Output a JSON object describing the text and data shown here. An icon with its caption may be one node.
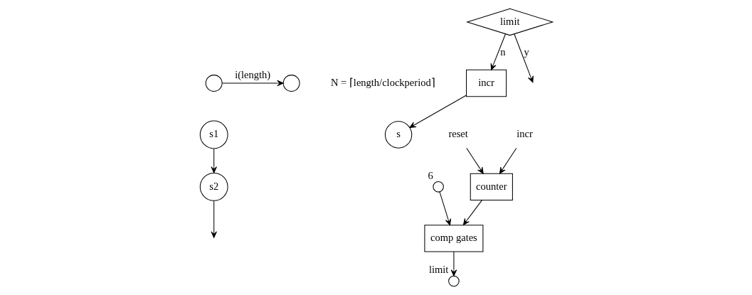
{
  "diagram": {
    "nodes": [
      {
        "text": [],
        "shape": "circle"
      },
      {
        "text": [],
        "shape": "circle"
      },
      {
        "text": [
          "s1"
        ]
      },
      {
        "text": [
          "s2"
        ]
      },
      {
        "text": [
          "incr"
        ]
      },
      {
        "text": [
          "s"
        ]
      },
      {
        "text": [
          "limit"
        ]
      },
      {
        "text": [
          "counter"
        ]
      },
      {
        "text": [
          "comp gates"
        ]
      },
      {
        "text": [],
        "shape": "circle",
        "beside": [
          "6"
        ]
      },
      {
        "text": [],
        "shape": "circle",
        "beside": [
          "limit"
        ]
      },
      {
        "text": [
          "reset"
        ]
      },
      {
        "text": [
          "incr"
        ]
      }
    ],
    "edges": [
      {
        "from": 0,
        "to": 1,
        "arrow": "to",
        "label": "i(length)"
      },
      {
        "from": 2,
        "to": 3,
        "arrow": "to"
      },
      {
        "from": 3,
        "to": null,
        "arrow": "to"
      },
      {
        "from": 4,
        "to": 5,
        "arrow": "to"
      },
      {
        "from": 6,
        "to": 4,
        "arrow": "to",
        "label": "n"
      },
      {
        "from": 6,
        "to": null,
        "arrow": "to",
        "label": "y"
      },
      {
        "from": 11,
        "to": 7,
        "arrow": "to"
      },
      {
        "from": 12,
        "to": 7,
        "arrow": "to"
      },
      {
        "from": 7,
        "to": 8,
        "arrow": "to"
      },
      {
        "from": 9,
        "to": 8,
        "arrow": "to"
      },
      {
        "from": 8,
        "to": 10,
        "arrow": "to"
      }
    ],
    "labels": [
      "N = ⌈length/clockperiod⌉"
    ]
  }
}
